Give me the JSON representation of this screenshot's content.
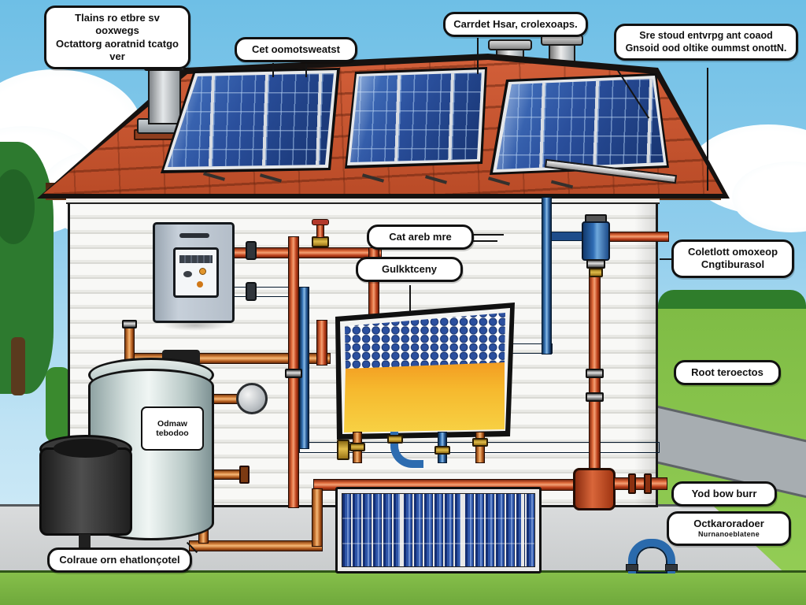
{
  "title": "Solar thermal water heating system — cutaway house illustration",
  "labels": {
    "top_left": {
      "line1": "Tlains ro etbre sv ooxwegs",
      "line2": "Octattorg aoratnid tcatgo ver"
    },
    "top_center": {
      "line1": "Cet oomotsweatst"
    },
    "roof_vents": {
      "line1": "Carrdet Hsar, crolexoaps."
    },
    "top_right": {
      "line1": "Sre stoud entvrpg ant coaod",
      "line2": "Gnsoid ood oltike oummst onottN."
    },
    "collector_upper": {
      "line1": "Cat areb mre"
    },
    "collector_lower": {
      "line1": "Gulkktceny"
    },
    "right_upper": {
      "line1": "Coletlott omoxeop",
      "line2": "Cngtiburasol"
    },
    "right_mid": {
      "line1": "Root teroectos"
    },
    "right_lower": {
      "line1": "Yod bow burr"
    },
    "right_bottom": {
      "line1": "Octkaroradoer",
      "line2": "Nurnanoeblatene"
    },
    "bottom_left": {
      "line1": "Colraue orn ehatlonçotel"
    },
    "tank": {
      "line1": "Odmaw",
      "line2": "tebodoo"
    }
  },
  "colors": {
    "sky_top": "#6ebfe6",
    "sky_bottom": "#d8eef8",
    "roof_tile": "#c2532c",
    "solar_panel": "#2a4f9c",
    "hot_pipe": "#d4562a",
    "cold_pipe": "#2d6cb0",
    "copper_pipe": "#c87840",
    "grass": "#7cb342",
    "wall": "#f4f4f1",
    "tank": "#c6d4d2",
    "collector_hot": "#ef8316",
    "radiator": "#1d3a86",
    "label_bg": "#ffffff",
    "outline": "#111111"
  }
}
